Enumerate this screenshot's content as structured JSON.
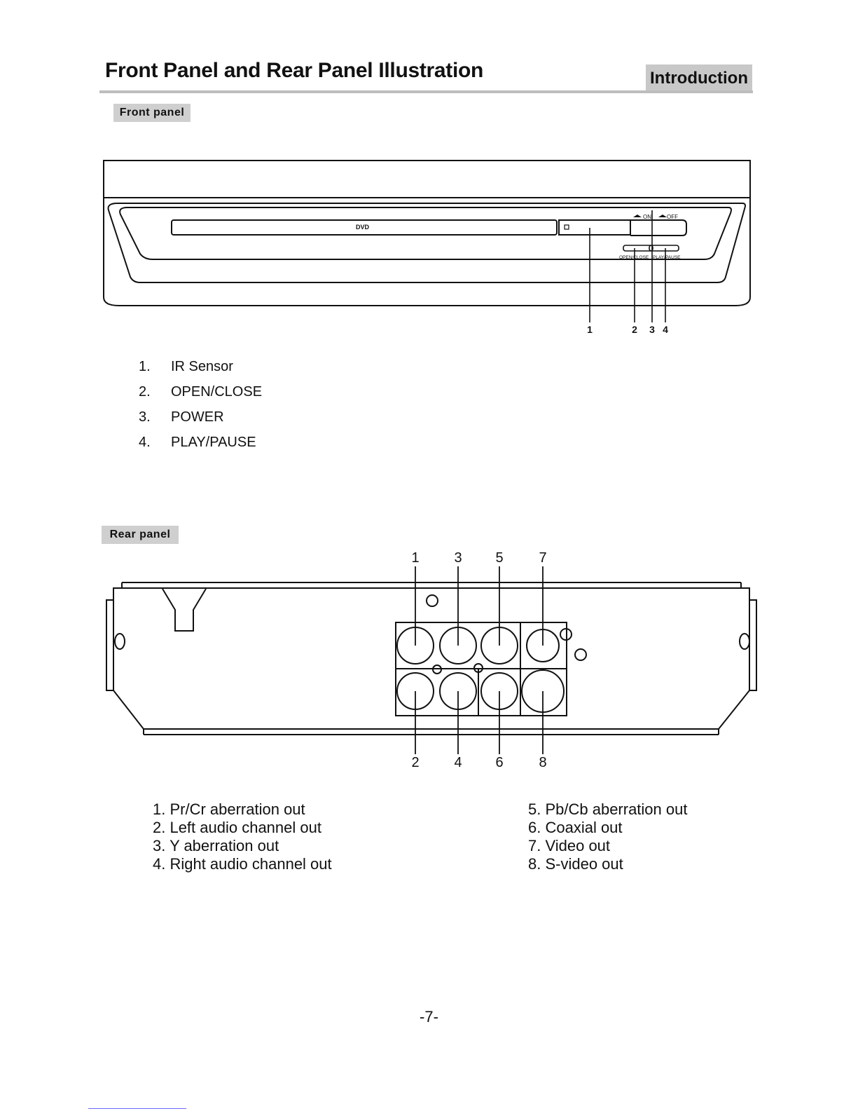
{
  "header": {
    "title": "Front Panel and Rear Panel Illustration",
    "section": "Introduction"
  },
  "front": {
    "tag": "Front panel",
    "device": {
      "logo_text": "DVD",
      "power_on_label": "ON",
      "power_off_label": "OFF",
      "open_close_label": "OPEN/CLOSE",
      "play_pause_label": "PLAY/PAUSE"
    },
    "callouts": [
      "1",
      "2",
      "3",
      "4"
    ],
    "items": [
      {
        "num": "1.",
        "label": "IR Sensor"
      },
      {
        "num": "2.",
        "label": "OPEN/CLOSE"
      },
      {
        "num": "3.",
        "label": "POWER"
      },
      {
        "num": "4.",
        "label": "PLAY/PAUSE"
      }
    ]
  },
  "rear": {
    "tag": "Rear panel",
    "top_callouts": [
      "1",
      "3",
      "5",
      "7"
    ],
    "bottom_callouts": [
      "2",
      "4",
      "6",
      "8"
    ],
    "items_left": [
      "1. Pr/Cr aberration out",
      "2. Left audio channel out",
      "3. Y aberration out",
      "4. Right audio channel out"
    ],
    "items_right": [
      "5. Pb/Cb aberration out",
      "6. Coaxial out",
      "7. Video out",
      "8.  S-video out"
    ]
  },
  "page_number": "-7-"
}
